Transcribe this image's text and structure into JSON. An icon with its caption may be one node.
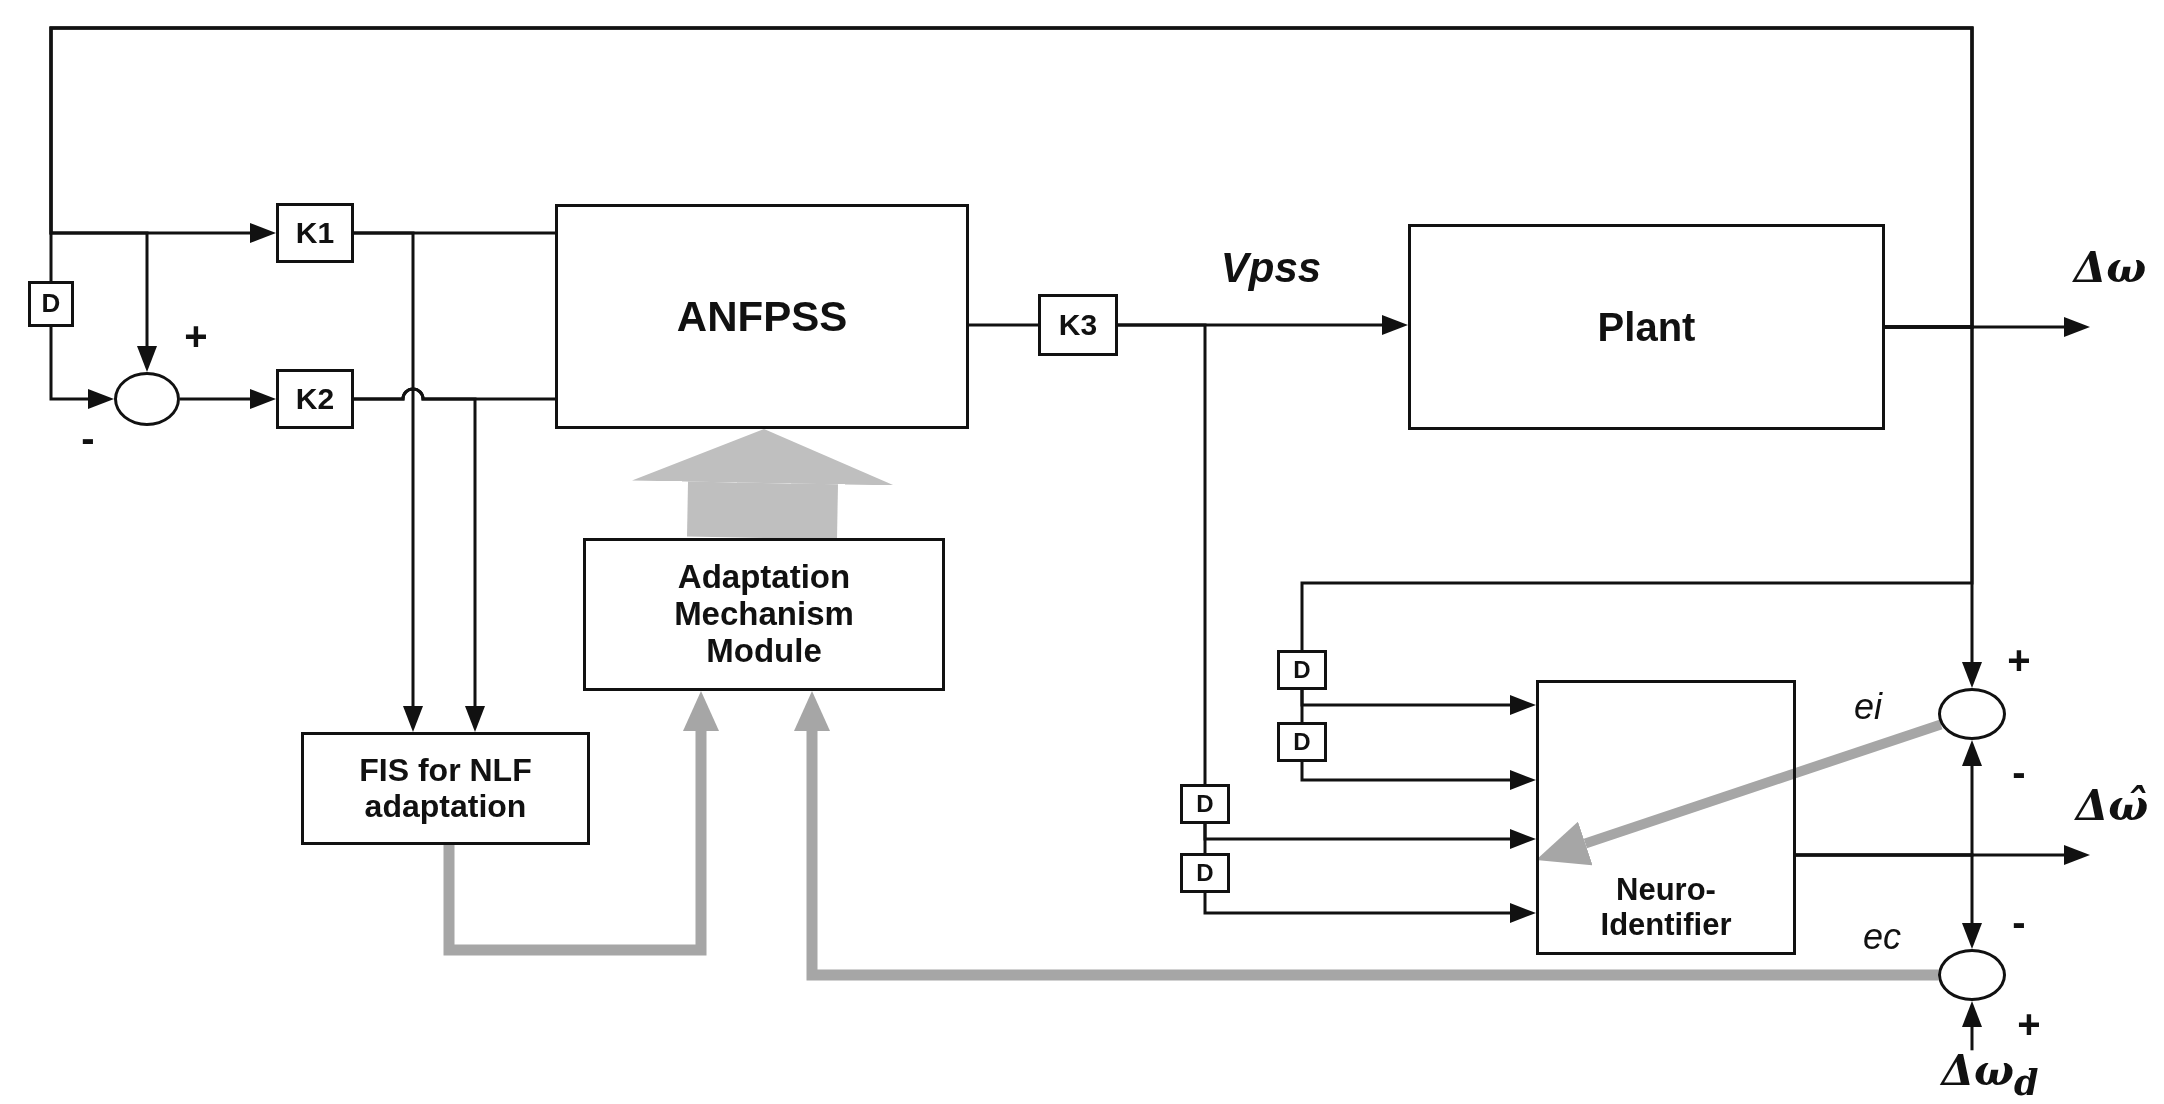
{
  "diagram": {
    "nodes": [
      {
        "text": [
          "D"
        ]
      },
      {
        "text": [
          "K1"
        ]
      },
      {
        "text": [],
        "shape": "circle"
      },
      {
        "text": [
          "K2"
        ]
      },
      {
        "text": [
          "ANFPSS"
        ]
      },
      {
        "text": [
          "K3"
        ]
      },
      {
        "text": [
          "Plant"
        ]
      },
      {
        "text": [
          "Adaptation Mechanism Module"
        ]
      },
      {
        "text": [
          "FIS for NLF adaptation"
        ]
      },
      {
        "text": [
          "D"
        ]
      },
      {
        "text": [
          "D"
        ]
      },
      {
        "text": [
          "D"
        ]
      },
      {
        "text": [
          "D"
        ]
      },
      {
        "text": [
          "Neuro-Identifier"
        ]
      },
      {
        "text": [],
        "shape": "circle",
        "beside": [
          "ei"
        ]
      },
      {
        "text": [],
        "shape": "circle",
        "beside": [
          "ec"
        ]
      }
    ],
    "edges": [
      {
        "from": 6,
        "to": 1,
        "arrow": "to"
      },
      {
        "from": 6,
        "to": 0,
        "arrow": "none"
      },
      {
        "from": 6,
        "to": 2,
        "arrow": "to"
      },
      {
        "from": 0,
        "to": 2,
        "arrow": "to"
      },
      {
        "from": 2,
        "to": 3,
        "arrow": "to"
      },
      {
        "from": 1,
        "to": 4,
        "arrow": "none"
      },
      {
        "from": 3,
        "to": 4,
        "arrow": "none"
      },
      {
        "from": 1,
        "to": 8,
        "arrow": "to"
      },
      {
        "from": 3,
        "to": 8,
        "arrow": "to"
      },
      {
        "from": 4,
        "to": 5,
        "arrow": "none"
      },
      {
        "from": 5,
        "to": 6,
        "arrow": "to",
        "label": "Vpss"
      },
      {
        "from": 5,
        "to": 11,
        "arrow": "none"
      },
      {
        "from": 11,
        "to": 13,
        "arrow": "to"
      },
      {
        "from": 11,
        "to": 12,
        "arrow": "none"
      },
      {
        "from": 12,
        "to": 13,
        "arrow": "to"
      },
      {
        "from": 6,
        "to": 9,
        "arrow": "none"
      },
      {
        "from": 9,
        "to": 13,
        "arrow": "to"
      },
      {
        "from": 9,
        "to": 10,
        "arrow": "none"
      },
      {
        "from": 10,
        "to": 13,
        "arrow": "to"
      },
      {
        "from": 6,
        "to": 14,
        "arrow": "to"
      },
      {
        "from": 6,
        "to": null,
        "arrow": "to",
        "label": "Δω"
      },
      {
        "from": 13,
        "to": null,
        "arrow": "to",
        "label": "Δω̂"
      },
      {
        "from": 13,
        "to": 14,
        "arrow": "to"
      },
      {
        "from": 13,
        "to": 15,
        "arrow": "to"
      },
      {
        "from": null,
        "to": 15,
        "arrow": "to",
        "label": "Δω$_{d}$"
      },
      {
        "from": 14,
        "to": 13,
        "arrow": "to",
        "style": "thick",
        "color": "#a6a6a6"
      },
      {
        "from": 15,
        "to": 7,
        "arrow": "to",
        "style": "thick",
        "color": "#a6a6a6"
      },
      {
        "from": 8,
        "to": 7,
        "arrow": "to",
        "style": "thick",
        "color": "#a6a6a6"
      },
      {
        "from": 7,
        "to": 4,
        "arrow": "to",
        "style": "thick",
        "color": "#bfbfbf"
      }
    ],
    "labels": [
      "+",
      "-",
      "+",
      "-",
      "-",
      "+"
    ]
  }
}
